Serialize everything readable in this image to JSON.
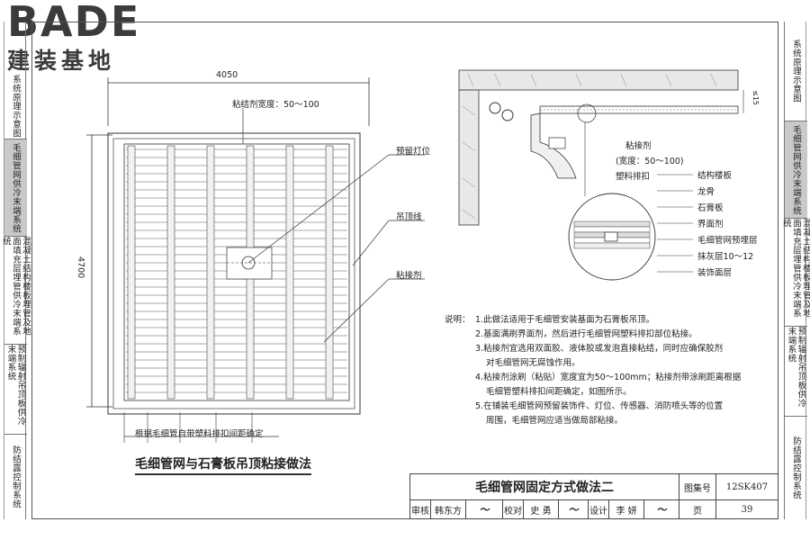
{
  "logo": {
    "brand": "BADE",
    "subtitle": "建装基地"
  },
  "sidebar_left": [
    {
      "label": "系统原理示意图"
    },
    {
      "label": "毛细管网供冷末端系统"
    },
    {
      "label": "混凝土结构楼板埋管及地面填充层埋管供冷末端系统"
    },
    {
      "label": "预制辐射吊顶板供冷末端系统"
    },
    {
      "label": "防结露控制系统"
    }
  ],
  "sidebar_right": [
    {
      "label": "系统原理示意图"
    },
    {
      "label": "毛细管网供冷末端系统"
    },
    {
      "label": "混凝土结构楼板埋管及地面填充层埋管供冷末端系统"
    },
    {
      "label": "预制辐射吊顶板供冷末端系统"
    },
    {
      "label": "防结露控制系统"
    }
  ],
  "plan": {
    "dim_width": "4050",
    "dim_height": "4700",
    "adhesive_width": "粘结剂宽度：50～100",
    "callouts": [
      "预留灯位",
      "吊顶线",
      "粘接剂"
    ],
    "bottom_note": "根据毛细管自带塑料排扣间距确定",
    "caption": "毛细管网与石膏板吊顶粘接做法"
  },
  "section": {
    "dim_small": "≤15",
    "adhesive_note": [
      "粘接剂",
      "(宽度：50～100)",
      "塑料排扣"
    ],
    "layers": [
      "结构楼板",
      "龙骨",
      "石膏板",
      "界面剂",
      "毛细管网预埋层",
      "抹灰层10～12",
      "装饰面层"
    ]
  },
  "notes": {
    "prefix": "说明：",
    "lines": [
      "1.此做法适用于毛细管安装基面为石膏板吊顶。",
      "2.基面满刷界面剂，然后进行毛细管网塑料排扣部位粘接。",
      "3.粘接剂宜选用双面胶、液体胶或发泡直接粘结，同时应确保胶剂",
      "对毛细管网无腐蚀作用。",
      "4.粘接剂涂刷（粘贴）宽度宜为50～100mm；粘接剂带涂刷距离根据",
      "毛细管塑料排扣间距确定，如图所示。",
      "5.在铺装毛细管网预留装饰件、灯位、传感器、消防喷头等的位置",
      "周围，毛细管网应适当做局部粘接。"
    ]
  },
  "title_block": {
    "title": "毛细管网固定方式做法二",
    "atlas_label": "图集号",
    "atlas_no": "12SK407",
    "review_label": "审核",
    "reviewer": "韩东方",
    "check_label": "校对",
    "checker": "史 勇",
    "design_label": "设计",
    "designer": "李 妍",
    "page_label": "页",
    "page_no": "39"
  }
}
